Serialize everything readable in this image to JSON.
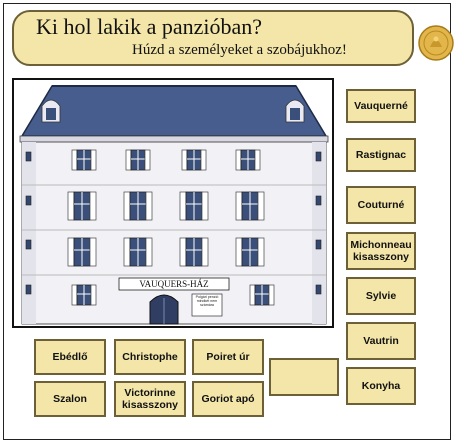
{
  "header": {
    "title": "Ki hol lakik a panzióban?",
    "subtitle": "Húzd a személyeket a szobájukhoz!",
    "coin_icon": "gold-coin-icon"
  },
  "building": {
    "sign_text": "VAUQUERS-HÁZ",
    "plaque_text": "Polgári penzió mindkét nem számára"
  },
  "colors": {
    "card_fill": "#f3e6a8",
    "card_border": "#6d6037",
    "roof": "#465d8d",
    "facade": "#f1f1f6"
  },
  "cards": {
    "vauquerne": "Vauquerné",
    "rastignac": "Rastignac",
    "couturne": "Couturné",
    "michonneau": "Michonneau kisasszony",
    "sylvie": "Sylvie",
    "vautrin": "Vautrin",
    "konyha": "Konyha",
    "ebedlo": "Ebédlő",
    "christophe": "Christophe",
    "poiret": "Poiret úr",
    "empty": "",
    "szalon": "Szalon",
    "victorinne": "Victorinne kisasszony",
    "goriot": "Goriot apó"
  }
}
